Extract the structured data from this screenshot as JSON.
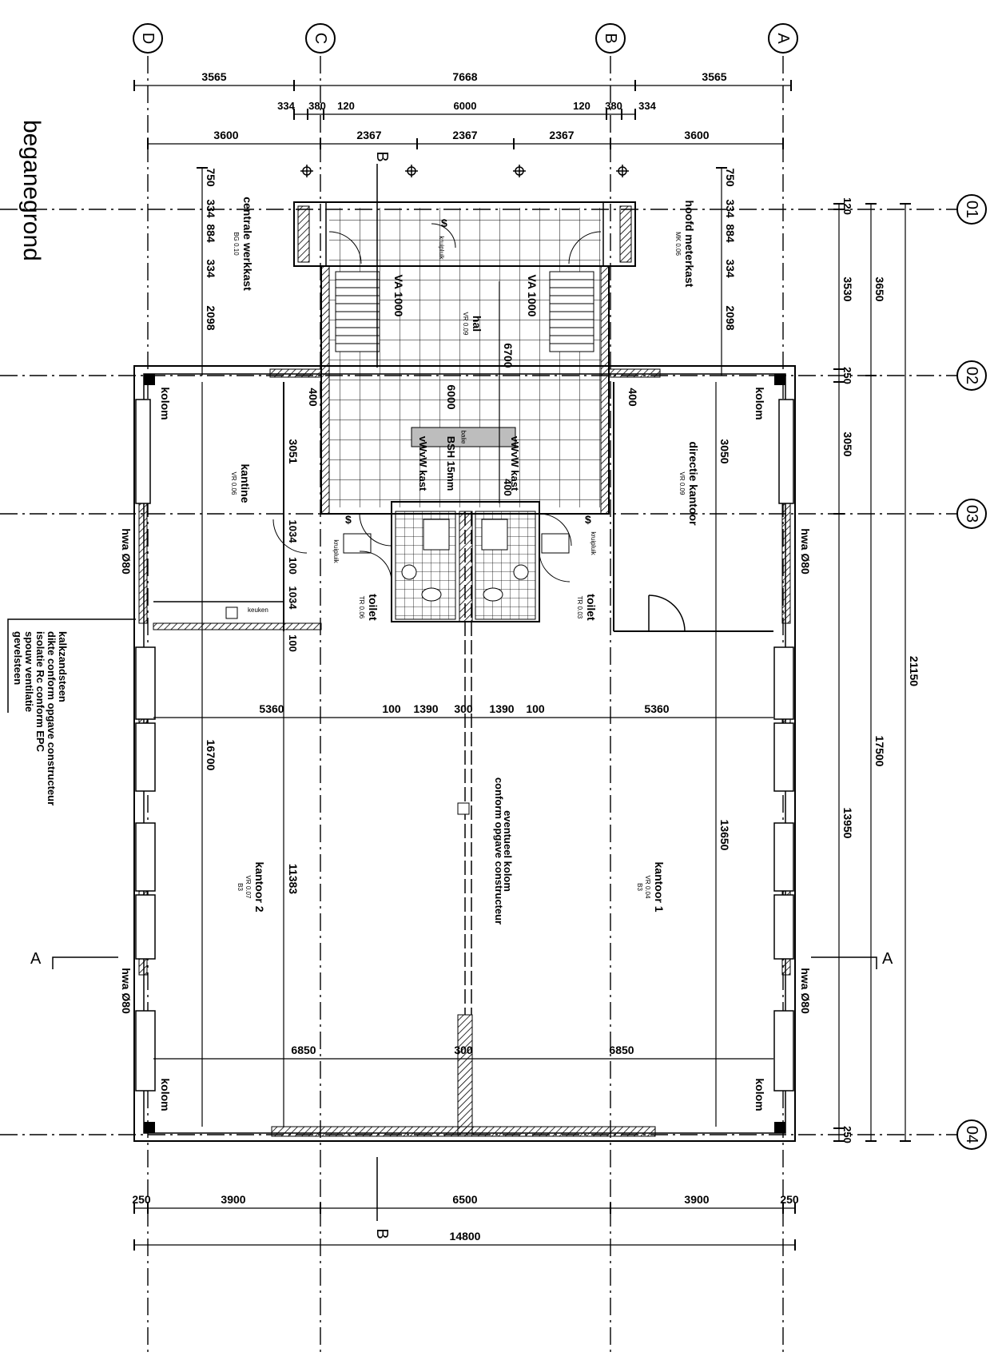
{
  "title": "beganegrond",
  "gridlines": {
    "columns": [
      "D",
      "C",
      "B",
      "A"
    ],
    "rows": [
      "01",
      "02",
      "03",
      "04"
    ]
  },
  "dimensions": {
    "top1": [
      "3565",
      "7668",
      "3565"
    ],
    "top2": [
      "334",
      "380",
      "120",
      "6000",
      "120",
      "380",
      "334"
    ],
    "top3": [
      "3600",
      "2367",
      "2367",
      "2367",
      "3600"
    ],
    "bottom1": [
      "250",
      "3900",
      "6500",
      "3900",
      "250"
    ],
    "bottom2": "14800",
    "right1": [
      "120",
      "3530",
      "250",
      "3050",
      "13950",
      "250"
    ],
    "right2": [
      "3650",
      "17500"
    ],
    "right3": "21150",
    "left_vertical": [
      "750",
      "334",
      "884",
      "334",
      "2098"
    ],
    "right_vertical": [
      "750",
      "334",
      "884",
      "334",
      "2098"
    ],
    "mid_horizontal": [
      "5360",
      "100",
      "1390",
      "300",
      "1390",
      "100",
      "5360"
    ],
    "low_horizontal": [
      "6850",
      "300",
      "6850"
    ],
    "interior": [
      "400",
      "400",
      "3051",
      "3050",
      "1034",
      "100",
      "1034",
      "100",
      "16700",
      "11383",
      "13650",
      "6700",
      "6000",
      "400"
    ]
  },
  "rooms": {
    "centrale_werkkast": {
      "name": "centrale werkkast",
      "code": "BG 0.10"
    },
    "hoofd_meterkast": {
      "name": "hoofd meterkast",
      "code": "MK 0.06"
    },
    "hal": {
      "name": "hal",
      "code": "VR 0.09"
    },
    "kantine": {
      "name": "kantine",
      "code": "VR 0.06"
    },
    "directie_kantoor": {
      "name": "directie kantoor",
      "code": "VR 0.09"
    },
    "toilet_left": {
      "name": "toilet",
      "code": "TR 0.06"
    },
    "toilet_right": {
      "name": "toilet",
      "code": "TR 0.03"
    },
    "kantoor1": {
      "name": "kantoor 1",
      "code": "VR 0.04",
      "code2": "B3"
    },
    "kantoor2": {
      "name": "kantoor 2",
      "code": "VR 0.07",
      "code2": "B3"
    }
  },
  "labels": {
    "kolom": "kolom",
    "hwa": "hwa Ø80",
    "va1000": "VA 1000",
    "va1000b": "VA 1000",
    "vwvw_kast": "vWvW kast",
    "bsh": "BSH 15mm",
    "balie": "balie",
    "kruipluik": "kruipluik",
    "keuken": "keuken",
    "eventueel_kolom": "eventueel kolom",
    "conform": "conform opgave constructeur",
    "section_a": "A",
    "section_b": "B",
    "dollar": "$"
  },
  "wall_notes": [
    "kalkzandsteen",
    "dikte conform opgave constructeur",
    "isolatie Rc conform EPC",
    "spouw ventilatie",
    "gevelsteen"
  ]
}
